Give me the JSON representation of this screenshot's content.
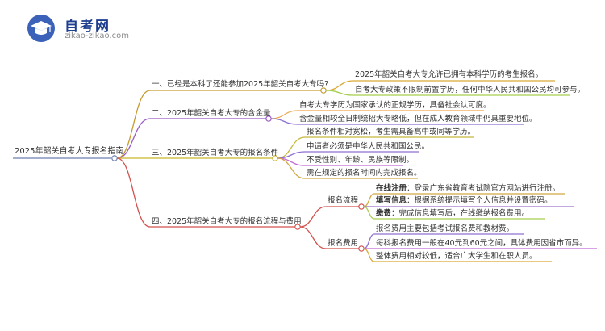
{
  "logo": {
    "title": "自考网",
    "url": "zikao-zikao.com",
    "icon": "graduation-cap-icon"
  },
  "colors": {
    "root": "#6e7fb3",
    "b1": "#c79a2e",
    "b2": "#9b59c7",
    "b3": "#c8b82b",
    "b4": "#d2514d",
    "leaf1": "#d9a936",
    "leaf2": "#a7cf4f",
    "leaf3": "#f0a54a",
    "leaf4": "#c6b83c",
    "leaf5": "#8d6fd1",
    "leaf6": "#c46bd7",
    "leaf7": "#d3a845",
    "leaf8": "#9c74c9"
  },
  "root": {
    "label": "2025年韶关自考大专报名指南"
  },
  "branches": [
    {
      "label": "一、已经是本科了还能参加2025年韶关自考大专吗?",
      "leaves": [
        {
          "text": "2025年韶关自考大专允许已拥有本科学历的考生报名。"
        },
        {
          "text": "自考大专政策不限制前置学历，任何中华人民共和国公民均可参与。"
        }
      ]
    },
    {
      "label": "二、2025年韶关自考大专的含金量",
      "leaves": [
        {
          "text": "自考大专学历为国家承认的正规学历，具备社会认可度。"
        },
        {
          "text": "含金量相较全日制统招大专略低，但在成人教育领域中仍具重要地位。"
        }
      ]
    },
    {
      "label": "三、2025年韶关自考大专的报名条件",
      "leaves": [
        {
          "text": "报名条件相对宽松，考生需具备高中或同等学历。"
        },
        {
          "text": "申请者必须是中华人民共和国公民。"
        },
        {
          "text": "不受性别、年龄、民族等限制。"
        },
        {
          "text": "需在规定的报名时间内完成报名。"
        }
      ]
    },
    {
      "label": "四、2025年韶关自考大专的报名流程与费用",
      "subs": [
        {
          "label": "报名流程",
          "leaves": [
            {
              "bold": "在线注册",
              "text": "：登录广东省教育考试院官方网站进行注册。"
            },
            {
              "bold": "填写信息",
              "text": "：根据系统提示填写个人信息并设置密码。"
            },
            {
              "bold": "缴费",
              "text": "：完成信息填写后，在线缴纳报名费用。"
            }
          ]
        },
        {
          "label": "报名费用",
          "leaves": [
            {
              "text": "报名费用主要包括考试报名费和教材费。"
            },
            {
              "text": "每科报名费用一般在40元到60元之间，具体费用因省市而异。"
            },
            {
              "text": "整体费用相对较低，适合广大学生和在职人员。"
            }
          ]
        }
      ]
    }
  ]
}
